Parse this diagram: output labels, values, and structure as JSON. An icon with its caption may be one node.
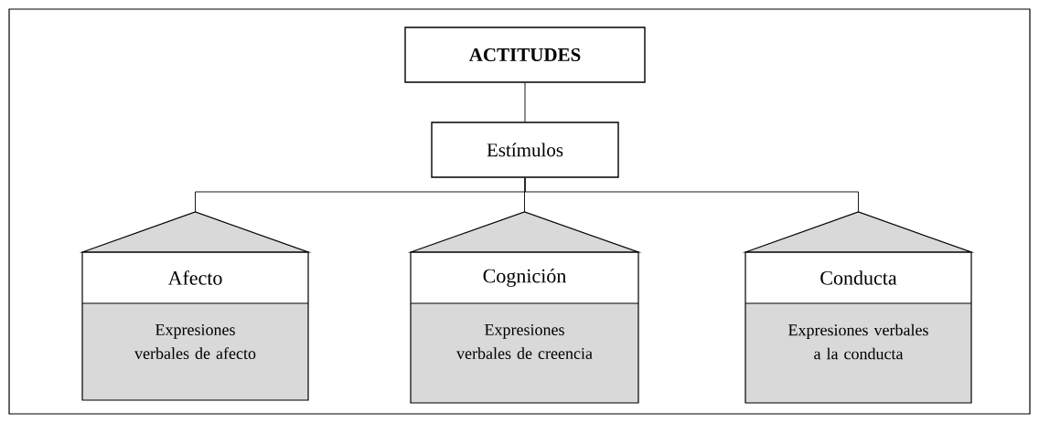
{
  "diagram": {
    "nodes": [
      {
        "text": [
          "ACTITUDES"
        ]
      },
      {
        "text": [
          "Estímulos"
        ]
      },
      {
        "text": [
          "Afecto",
          "Expresiones verbales de afecto"
        ]
      },
      {
        "text": [
          "Cognición",
          "Expresiones verbales de creencia"
        ]
      },
      {
        "text": [
          "Conducta",
          "Expresiones verbales a la conducta"
        ]
      }
    ],
    "edges": [
      {
        "from": 0,
        "to": 1,
        "arrow": "none"
      },
      {
        "from": 1,
        "to": 2,
        "arrow": "none"
      },
      {
        "from": 1,
        "to": 3,
        "arrow": "none"
      },
      {
        "from": 1,
        "to": 4,
        "arrow": "none"
      }
    ]
  }
}
